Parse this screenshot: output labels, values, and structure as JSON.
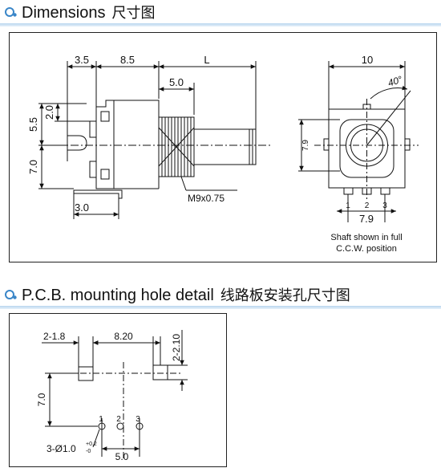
{
  "header1": {
    "title": "Dimensions",
    "title_cn": "尺寸图"
  },
  "header2": {
    "title": "P.C.B. mounting hole detail",
    "title_cn": "线路板安装孔尺寸图"
  },
  "dimensions": {
    "d_3_5": "3.5",
    "d_8_5": "8.5",
    "d_L": "L",
    "d_5_0": "5.0",
    "d_5_5": "5.5",
    "d_2_0": "2.0",
    "d_7_0": "7.0",
    "d_3_0": "3.0",
    "thread": "M9x0.75",
    "d_10": "10",
    "angle": "40°",
    "d_7_9_v": "7.9",
    "d_7_9_h": "7.9",
    "pin1": "1",
    "pin2": "2",
    "pin3": "3",
    "note_line1": "Shaft shown in full",
    "note_line2": "C.C.W. position"
  },
  "pcb": {
    "d_2_1_8": "2-1.8",
    "d_8_20": "8.20",
    "d_2_2_10": "2-2.10",
    "d_7_0": "7.0",
    "hole_prefix": "3-Ø1.0",
    "tol_plus": "+0.2",
    "tol_minus": "-0",
    "d_5_0": "5.0",
    "pin1": "1",
    "pin2": "2",
    "pin3": "3"
  }
}
